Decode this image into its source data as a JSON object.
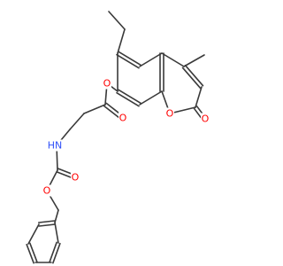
{
  "molecule": {
    "colors": {
      "bond": "#3a3a3a",
      "oxygen": "#ff0000",
      "nitrogen": "#3050f8",
      "hydrogen_on_nitrogen": "#3050f8"
    },
    "atom_labels": [
      {
        "id": "o_ester",
        "element": "oxygen",
        "text": "O"
      },
      {
        "id": "o_ester_carbonyl",
        "element": "oxygen",
        "text": "O"
      },
      {
        "id": "o_ring",
        "element": "oxygen",
        "text": "O"
      },
      {
        "id": "o_lactone_carbonyl",
        "element": "oxygen",
        "text": "O"
      },
      {
        "id": "n_carbamate",
        "element": "nitrogen",
        "text": "HN"
      },
      {
        "id": "o_carbamate_carbonyl",
        "element": "oxygen",
        "text": "O"
      },
      {
        "id": "o_carbamate_ester",
        "element": "oxygen",
        "text": "O"
      }
    ]
  }
}
